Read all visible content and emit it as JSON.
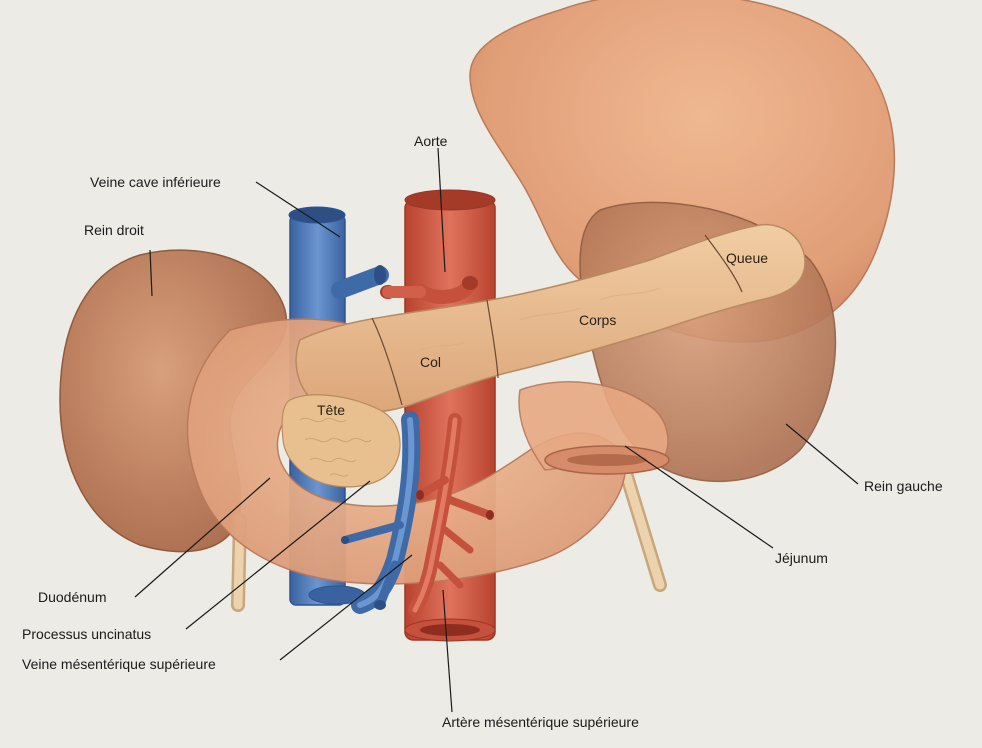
{
  "colors": {
    "background": "#ecebe6",
    "organ_flesh": "#e3a57e",
    "organ_shadow": "#c97f5c",
    "pancreas": "#ecc294",
    "kidney": "#c48563",
    "vein": "#4a78b8",
    "artery": "#d05a45",
    "ureter": "#e2c7a0"
  },
  "labels": {
    "aorte": "Aorte",
    "veine_cave": "Veine cave inférieure",
    "rein_droit": "Rein droit",
    "queue": "Queue",
    "corps": "Corps",
    "col": "Col",
    "tete": "Tête",
    "rein_gauche": "Rein gauche",
    "jejunum": "Jéjunum",
    "duodenum": "Duodénum",
    "processus": "Processus uncinatus",
    "veine_mes": "Veine mésentérique supérieure",
    "artere_mes": "Artère mésentérique supérieure"
  }
}
